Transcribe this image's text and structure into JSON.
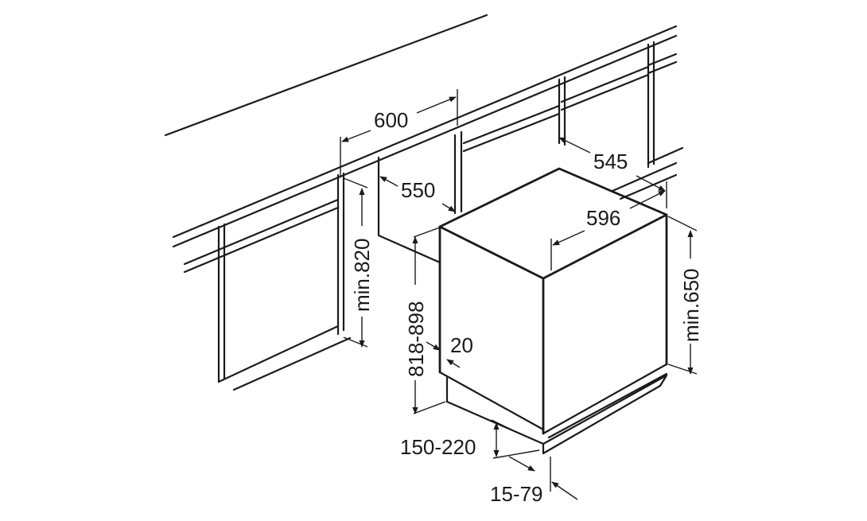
{
  "dimensions": {
    "width_600": "600",
    "depth_550": "550",
    "depth_545": "545",
    "width_596": "596",
    "height_min820": "min.820",
    "height_818_898": "818-898",
    "offset_20": "20",
    "height_min650": "min.650",
    "plinth_150_220": "150-220",
    "recess_15_79": "15-79"
  },
  "colors": {
    "line": "#1a1a1a",
    "background": "#ffffff"
  }
}
